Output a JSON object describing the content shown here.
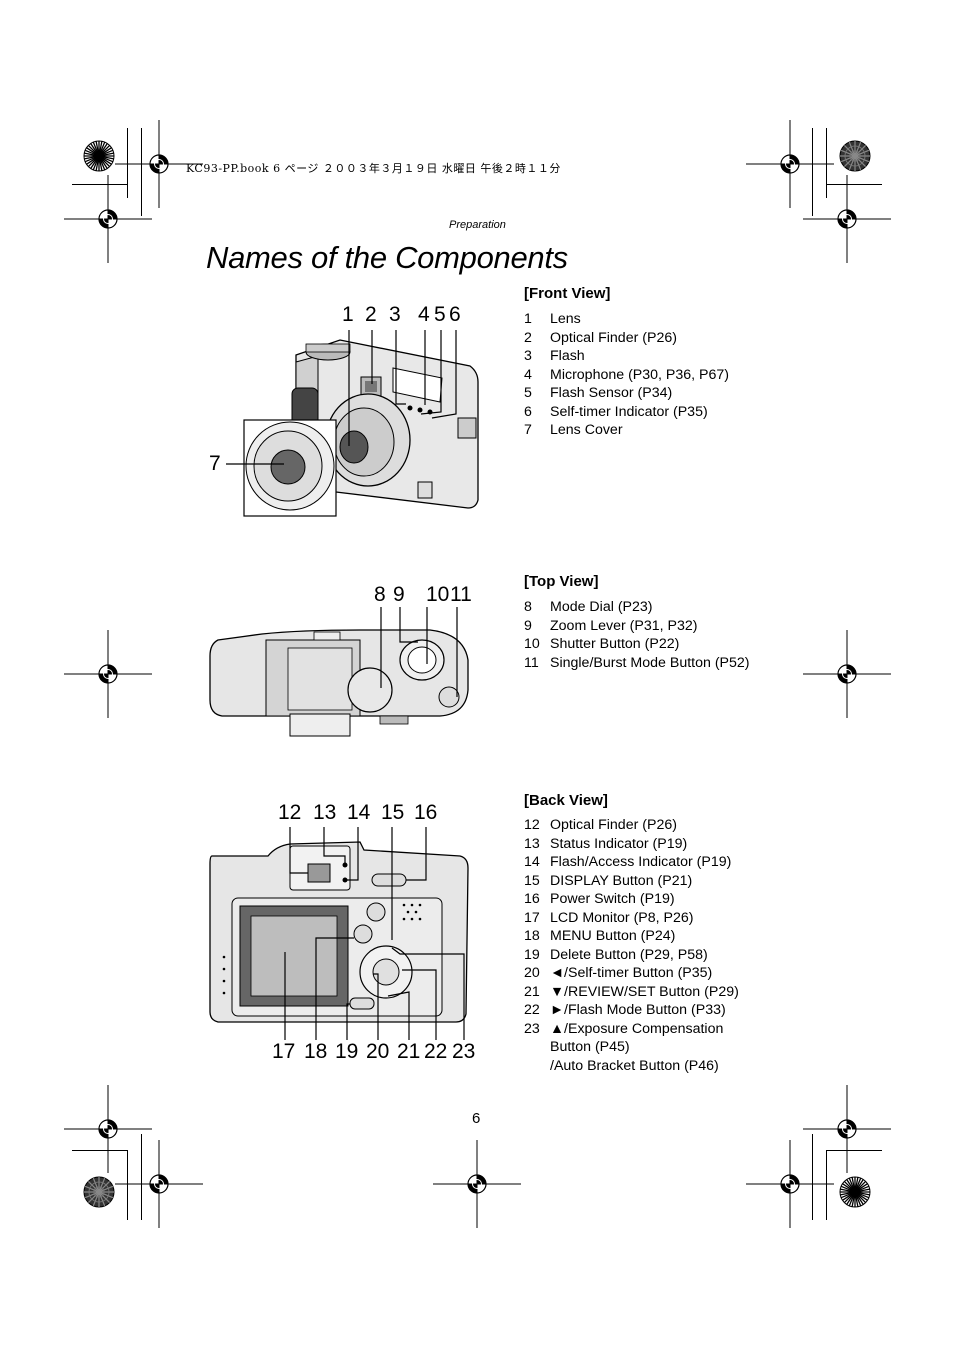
{
  "print_header": "KC93-PP.book  6 ページ  ２００３年３月１９日  水曜日  午後２時１１分",
  "section": "Preparation",
  "title": "Names of the Components",
  "front_view": {
    "heading": "[Front View]",
    "items": [
      {
        "num": "1",
        "label": "Lens"
      },
      {
        "num": "2",
        "label": "Optical Finder (P26)"
      },
      {
        "num": "3",
        "label": "Flash"
      },
      {
        "num": "4",
        "label": "Microphone (P30, P36, P67)"
      },
      {
        "num": "5",
        "label": "Flash Sensor (P34)"
      },
      {
        "num": "6",
        "label": "Self-timer Indicator (P35)"
      },
      {
        "num": "7",
        "label": "Lens Cover"
      }
    ],
    "callouts": [
      "1",
      "2",
      "3",
      "4",
      "5",
      "6",
      "7"
    ]
  },
  "top_view": {
    "heading": "[Top View]",
    "items": [
      {
        "num": "8",
        "label": "Mode Dial (P23)"
      },
      {
        "num": "9",
        "label": "Zoom Lever (P31, P32)"
      },
      {
        "num": "10",
        "label": "Shutter Button (P22)"
      },
      {
        "num": "11",
        "label": "Single/Burst Mode Button (P52)"
      }
    ],
    "callouts": [
      "8",
      "9",
      "10",
      "11"
    ]
  },
  "back_view": {
    "heading": "[Back View]",
    "items": [
      {
        "num": "12",
        "label": "Optical Finder (P26)"
      },
      {
        "num": "13",
        "label": "Status Indicator (P19)"
      },
      {
        "num": "14",
        "label": "Flash/Access Indicator (P19)"
      },
      {
        "num": "15",
        "label": "DISPLAY Button (P21)"
      },
      {
        "num": "16",
        "label": "Power Switch (P19)"
      },
      {
        "num": "17",
        "label": "LCD Monitor (P8, P26)"
      },
      {
        "num": "18",
        "label": "MENU Button (P24)"
      },
      {
        "num": "19",
        "label": "Delete Button (P29, P58)"
      },
      {
        "num": "20",
        "label": "◄/Self-timer Button (P35)"
      },
      {
        "num": "21",
        "label": "▼/REVIEW/SET Button (P29)"
      },
      {
        "num": "22",
        "label": "►/Flash Mode Button (P33)"
      },
      {
        "num": "23",
        "label": "▲/Exposure Compensation\nButton  (P45)\n/Auto Bracket Button (P46)"
      }
    ],
    "callouts_top": [
      "12",
      "13",
      "14",
      "15",
      "16"
    ],
    "callouts_bottom": [
      "17",
      "18",
      "19",
      "20",
      "21",
      "22",
      "23"
    ]
  },
  "page_number": "6",
  "icons": [
    "registration-mark-icon",
    "color-target-icon",
    "crop-mark-icon"
  ]
}
